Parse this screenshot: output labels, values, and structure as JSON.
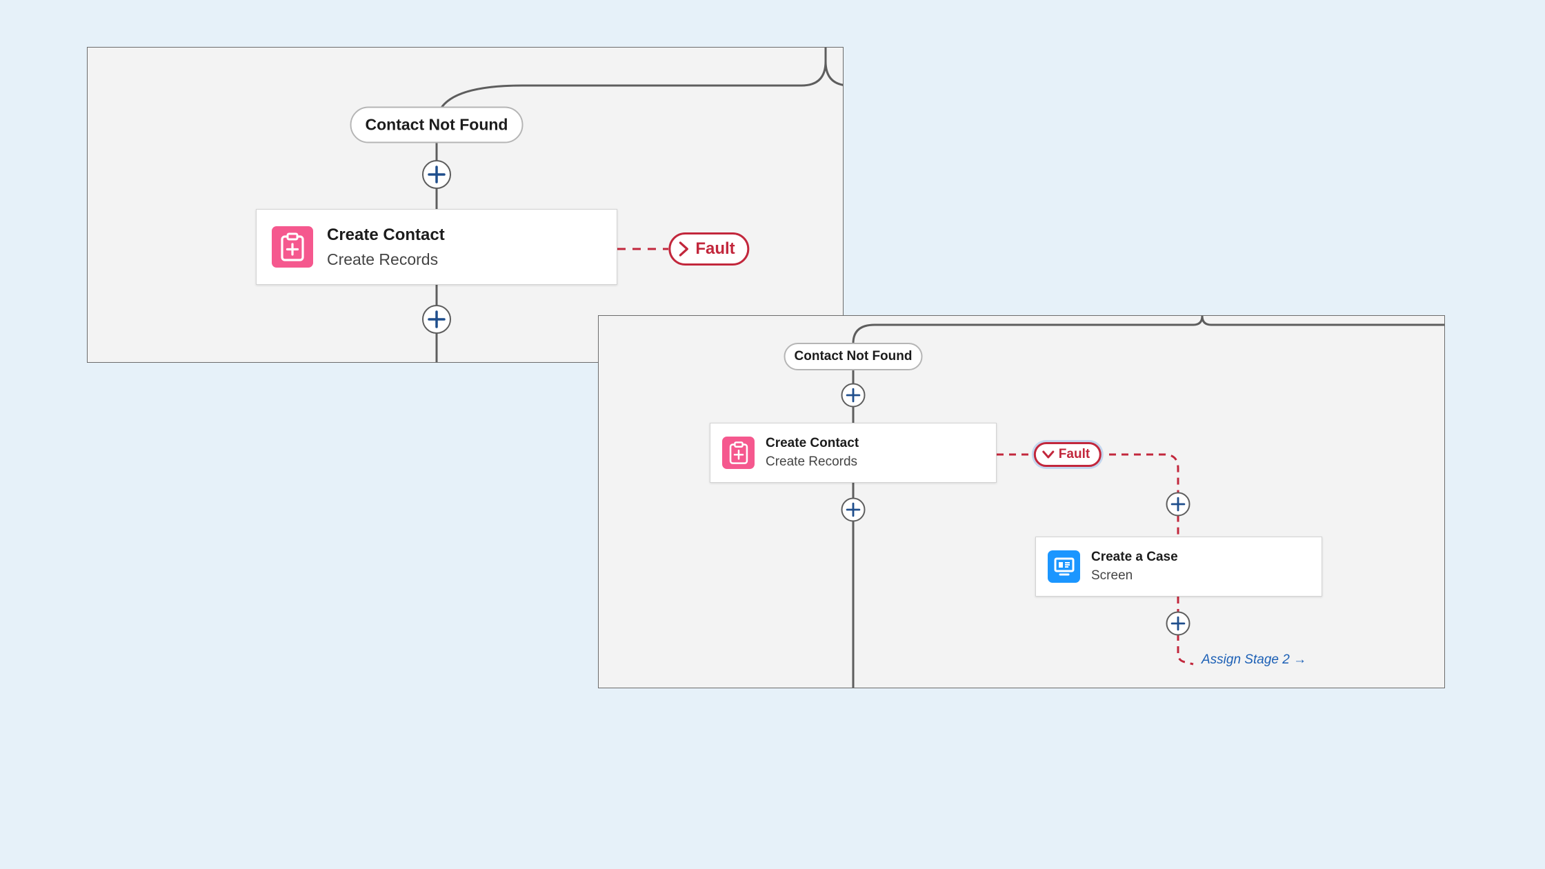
{
  "colors": {
    "background": "#e6f1f9",
    "canvas": "#f3f3f3",
    "connector": "#5d5d5d",
    "fault": "#c2273c",
    "create_records_icon": "#f5588e",
    "screen_icon": "#1b96ff",
    "link": "#1b5fb5"
  },
  "before": {
    "outcome_label": "Contact Not Found",
    "node": {
      "title": "Create Contact",
      "subtitle": "Create Records",
      "icon": "create-records-icon"
    },
    "fault_label": "Fault",
    "fault_state": "collapsed"
  },
  "after": {
    "outcome_label": "Contact Not Found",
    "node": {
      "title": "Create Contact",
      "subtitle": "Create Records",
      "icon": "create-records-icon"
    },
    "fault_label": "Fault",
    "fault_state": "expanded",
    "fault_node": {
      "title": "Create a Case",
      "subtitle": "Screen",
      "icon": "screen-icon"
    },
    "goto_label": "Assign Stage 2 →"
  }
}
